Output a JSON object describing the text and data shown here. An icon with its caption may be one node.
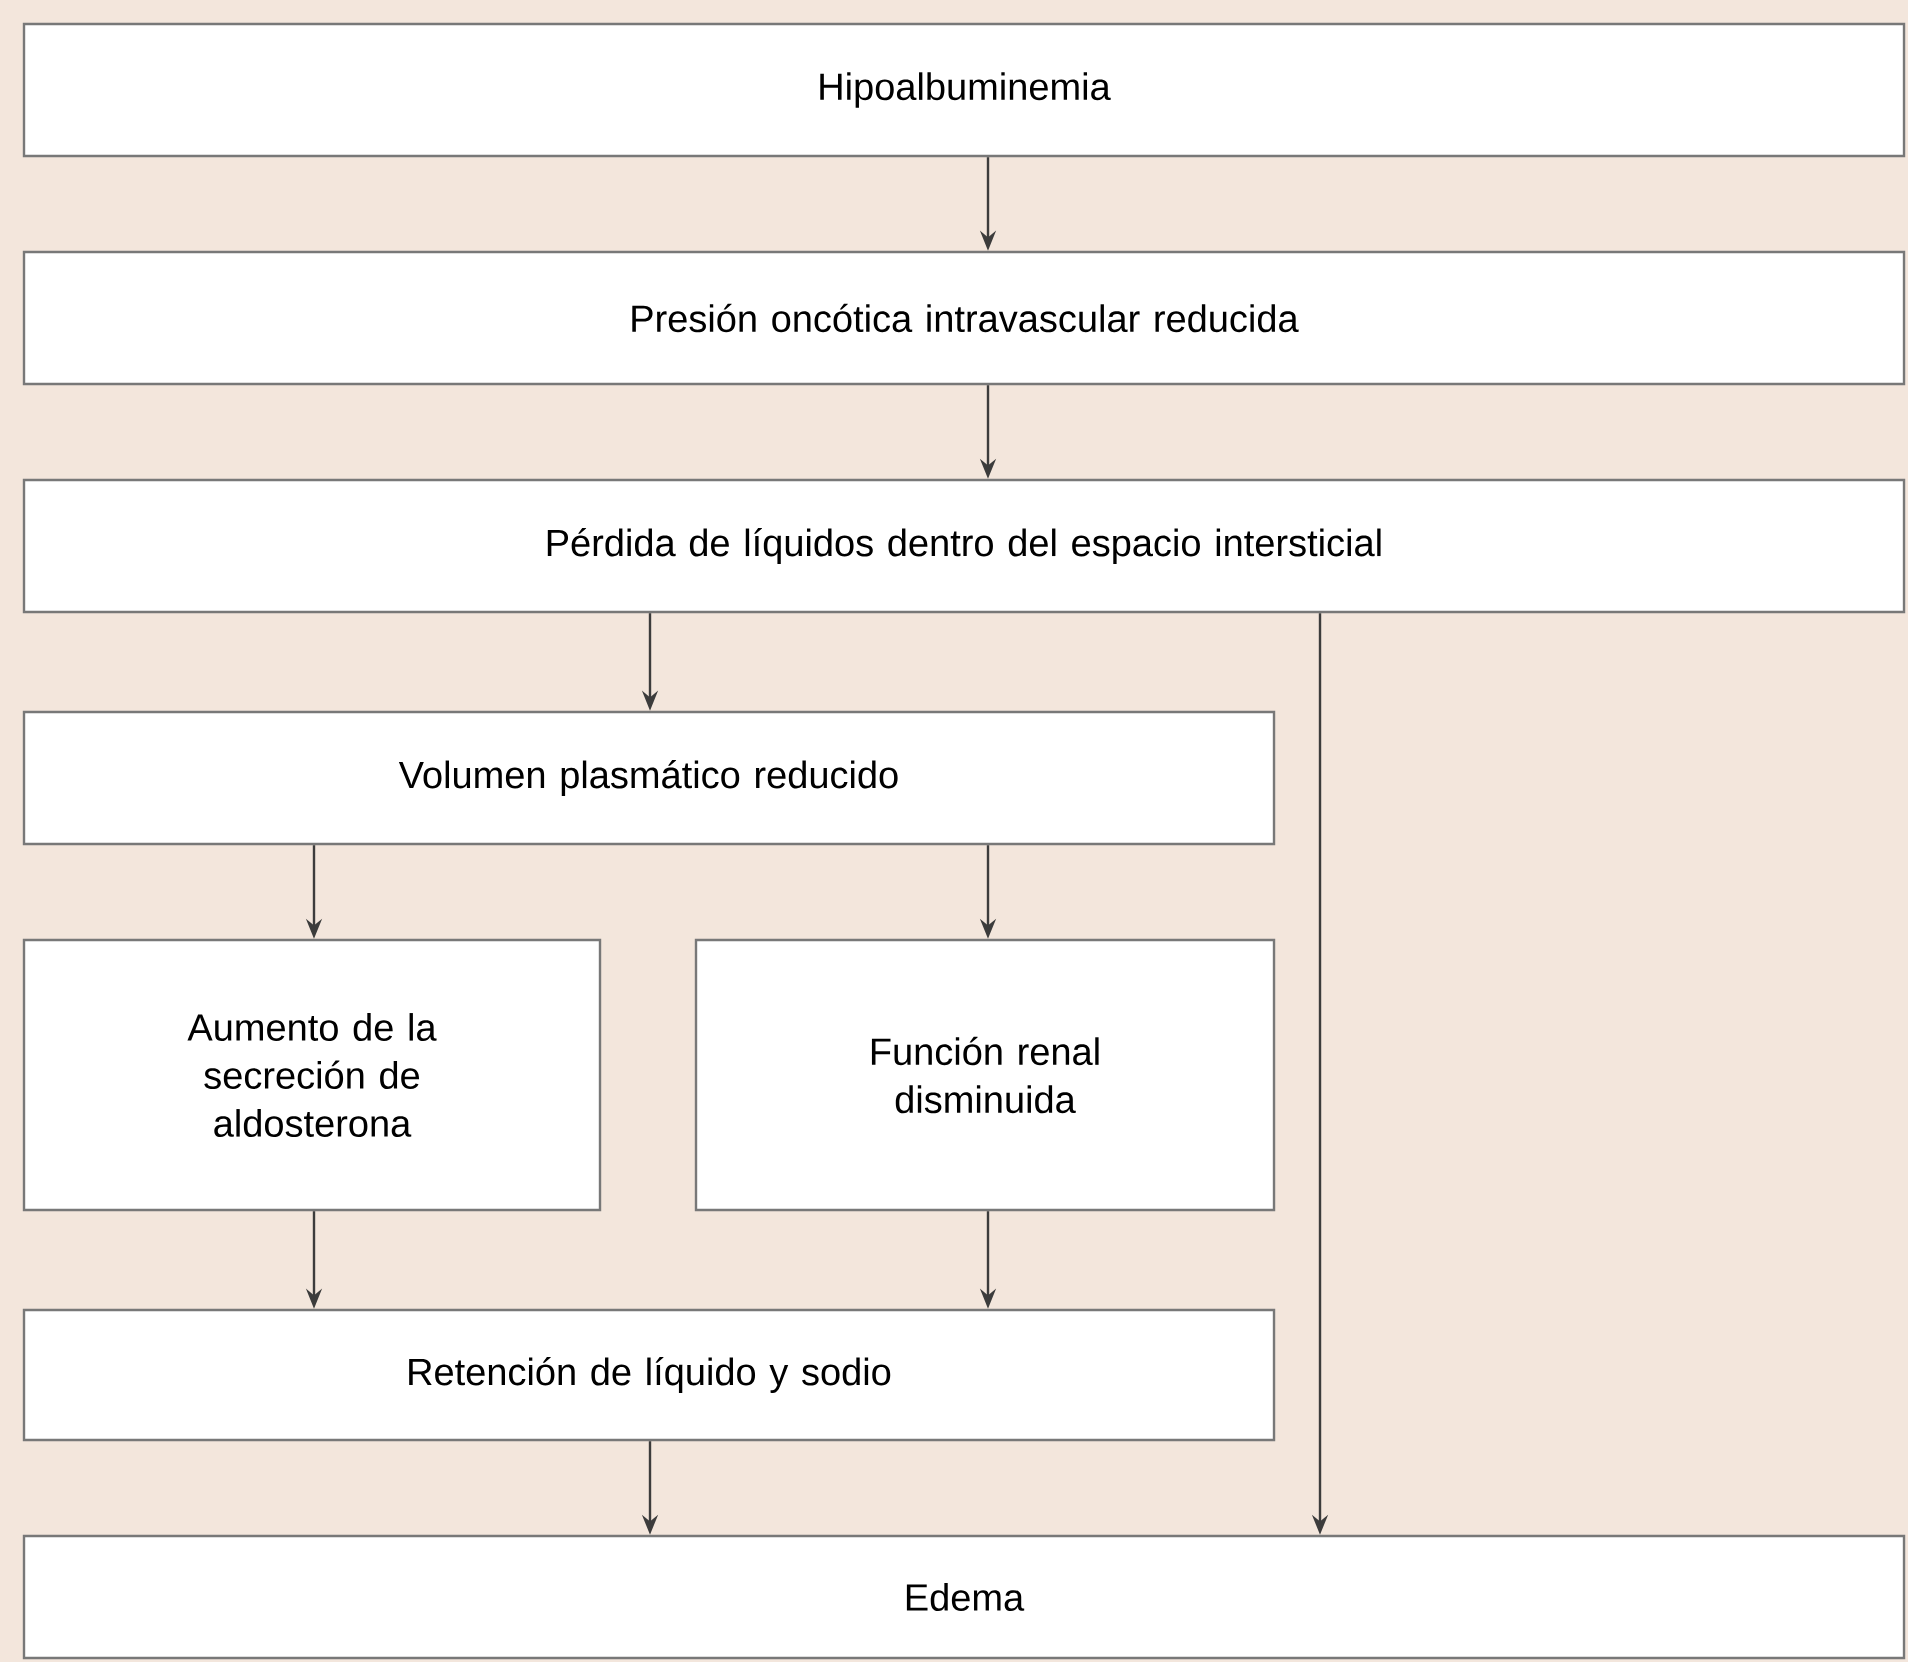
{
  "diagram": {
    "nodes": [
      {
        "text": [
          "Hipoalbuminemia"
        ]
      },
      {
        "text": [
          "Presión oncótica intravascular reducida"
        ]
      },
      {
        "text": [
          "Pérdida de líquidos dentro del espacio intersticial"
        ]
      },
      {
        "text": [
          "Volumen plasmático reducido"
        ]
      },
      {
        "text": [
          "Aumento de la secreción de aldosterona"
        ]
      },
      {
        "text": [
          "Función renal disminuida"
        ]
      },
      {
        "text": [
          "Retención de líquido y sodio"
        ]
      },
      {
        "text": [
          "Edema"
        ]
      }
    ],
    "edges": [
      {
        "from": 0,
        "to": 1,
        "arrow": "to"
      },
      {
        "from": 1,
        "to": 2,
        "arrow": "to"
      },
      {
        "from": 2,
        "to": 3,
        "arrow": "to"
      },
      {
        "from": 2,
        "to": 7,
        "arrow": "to"
      },
      {
        "from": 3,
        "to": 4,
        "arrow": "to"
      },
      {
        "from": 3,
        "to": 5,
        "arrow": "to"
      },
      {
        "from": 4,
        "to": 6,
        "arrow": "to"
      },
      {
        "from": 5,
        "to": 6,
        "arrow": "to"
      },
      {
        "from": 6,
        "to": 7,
        "arrow": "to"
      }
    ]
  }
}
